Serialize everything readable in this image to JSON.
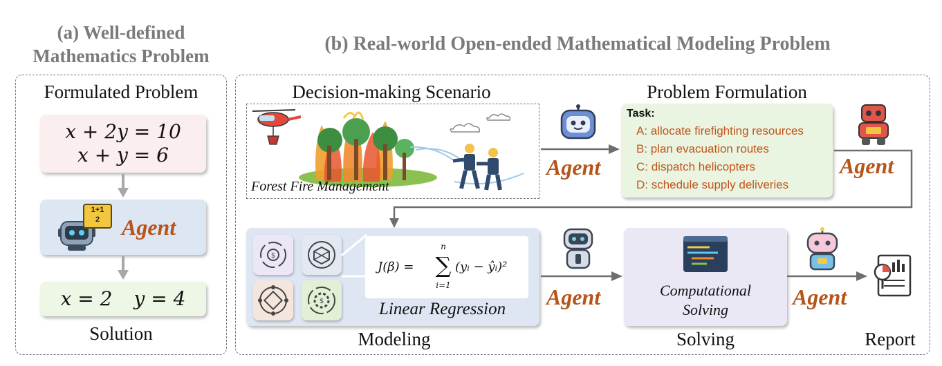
{
  "panel_a": {
    "title_line1": "(a) Well-defined",
    "title_line2": "Mathematics Problem",
    "formulated_label": "Formulated Problem",
    "equation_1": "x + 2y = 10",
    "equation_2": "x + y = 6",
    "agent_label": "Agent",
    "badge_line1": "1+1",
    "badge_line2": "2",
    "solution_x": "x = 2",
    "solution_y": "y = 4",
    "solution_label": "Solution"
  },
  "panel_b": {
    "title": "(b) Real-world Open-ended Mathematical Modeling Problem",
    "scenario_label": "Decision-making Scenario",
    "scenario_caption": "Forest Fire Management",
    "formulation_label": "Problem Formulation",
    "task_header": "Task:",
    "tasks": [
      "A: allocate firefighting resources",
      "B: plan evacuation routes",
      "C: dispatch helicopters",
      "D: schedule supply deliveries"
    ],
    "agent_1": "Agent",
    "agent_2": "Agent",
    "agent_3": "Agent",
    "agent_4": "Agent",
    "formula_lhs": "J(β) =",
    "formula_sum_top": "n",
    "formula_sum_bottom": "i=1",
    "formula_body": "(yᵢ − ŷᵢ)²",
    "regression_label": "Linear Regression",
    "modeling_label": "Modeling",
    "solving_box_line1": "Computational",
    "solving_box_line2": "Solving",
    "solving_label": "Solving",
    "report_label": "Report"
  },
  "colors": {
    "agent_text": "#b7541a",
    "title_gray": "#7a7a7a",
    "equation_box": "#fbeeee",
    "agent_box": "#dde7f4",
    "solution_box": "#eef6e6",
    "formulation_box": "#eaf5e1",
    "modeling_box": "#dde6f2",
    "solving_box": "#ebe8f5",
    "arrow_gray": "#6e6e6e"
  },
  "icons": [
    "robot-icon",
    "helicopter-icon",
    "fire-trees-icon",
    "firefighter-icon",
    "cloud-icon",
    "code-editor-icon",
    "report-chart-icon",
    "settings-cycle-icon",
    "cube-network-icon"
  ]
}
